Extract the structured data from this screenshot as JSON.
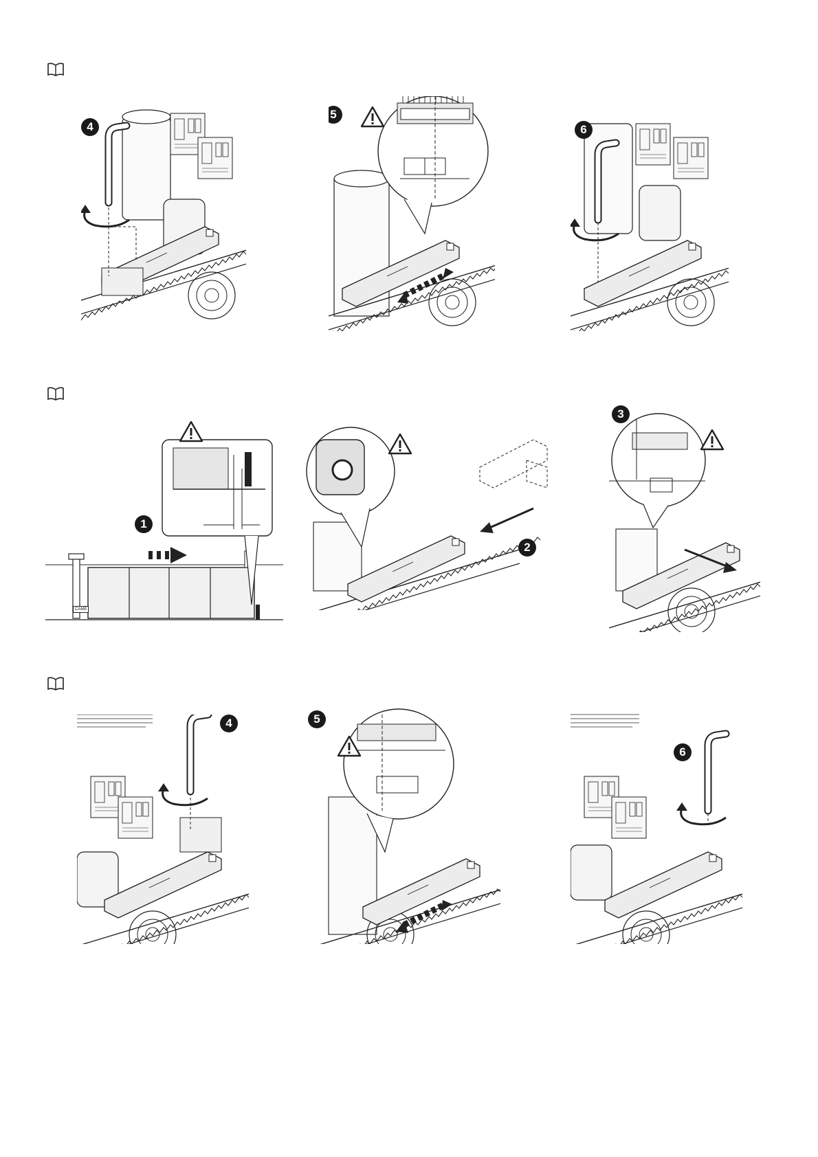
{
  "sections": [
    {
      "icon": "manual-book-icon",
      "steps": [
        {
          "number": "4",
          "tool": "hex-key-icon",
          "action": "rotate-arrow-icon"
        },
        {
          "number": "5",
          "warning": "warning-triangle-icon",
          "action": "slide-arrows-icon"
        },
        {
          "number": "6",
          "tool": "hex-key-icon",
          "action": "rotate-arrow-icon"
        }
      ]
    },
    {
      "icon": "manual-book-icon",
      "steps": [
        {
          "number": "1",
          "warning": "warning-triangle-icon",
          "gate_label": "CAME"
        },
        {
          "number": "2",
          "warning": "warning-triangle-icon"
        },
        {
          "number": "3",
          "warning": "warning-triangle-icon"
        }
      ]
    },
    {
      "icon": "manual-book-icon",
      "steps": [
        {
          "number": "4",
          "tool": "hex-key-icon",
          "action": "rotate-arrow-icon"
        },
        {
          "number": "5",
          "warning": "warning-triangle-icon",
          "action": "slide-arrows-icon"
        },
        {
          "number": "6",
          "tool": "hex-key-icon",
          "action": "rotate-arrow-icon"
        }
      ]
    }
  ],
  "colors": {
    "ink": "#1a1a1a",
    "shade": "#e6e6e6",
    "light": "#f2f2f2"
  }
}
